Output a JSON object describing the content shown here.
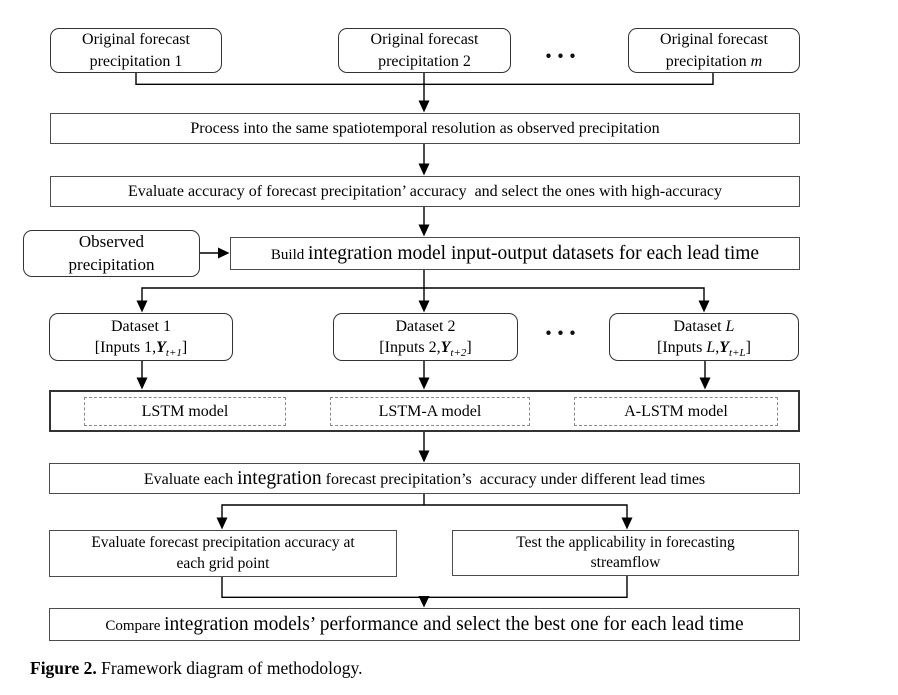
{
  "dots": "···",
  "top_boxes": [
    {
      "line1": "Original forecast",
      "line2_prefix": "precipitation ",
      "line2_var": "1"
    },
    {
      "line1": "Original forecast",
      "line2_prefix": "precipitation ",
      "line2_var": "2"
    },
    {
      "line1": "Original forecast",
      "line2_prefix": "precipitation ",
      "line2_var": "m"
    }
  ],
  "process_box": "Process into the same spatiotemporal resolution as observed precipitation",
  "select_box": "Evaluate accuracy of forecast precipitation’ accuracy  and select the ones with high-accuracy",
  "observed_box": {
    "line1": "Observed",
    "line2": "precipitation"
  },
  "build_box": {
    "lead": "Build ",
    "emph": "integration model input-output datasets for each lead time"
  },
  "datasets": [
    {
      "title_prefix": "Dataset ",
      "title_var": "1",
      "open": "[Inputs ",
      "num": "1",
      "comma": ",",
      "y": "Y",
      "sub": "t+1",
      "close": "]"
    },
    {
      "title_prefix": "Dataset ",
      "title_var": "2",
      "open": "[Inputs ",
      "num": "2",
      "comma": ",",
      "y": "Y",
      "sub": "t+2",
      "close": "]"
    },
    {
      "title_prefix": "Dataset ",
      "title_var": "L",
      "open": "[Inputs ",
      "num": "L",
      "comma": ",",
      "y": "Y",
      "sub": "t+L",
      "close": "]"
    }
  ],
  "models": [
    "LSTM model",
    "LSTM-A model",
    "A-LSTM model"
  ],
  "evaluate_each_box": {
    "lead": "Evaluate each ",
    "emph": "integration",
    "rest": " forecast precipitation’s  accuracy under different lead times"
  },
  "grid_box": {
    "line1": "Evaluate forecast precipitation accuracy at",
    "line2": "each grid point"
  },
  "streamflow_box": {
    "line1": "Test the applicability in forecasting",
    "line2": "streamflow"
  },
  "compare_box": {
    "lead": "Compare ",
    "emph": "integration models’ performance and select the best one for each lead time"
  },
  "caption": {
    "label": "Figure 2.",
    "text": " Framework diagram of methodology."
  }
}
